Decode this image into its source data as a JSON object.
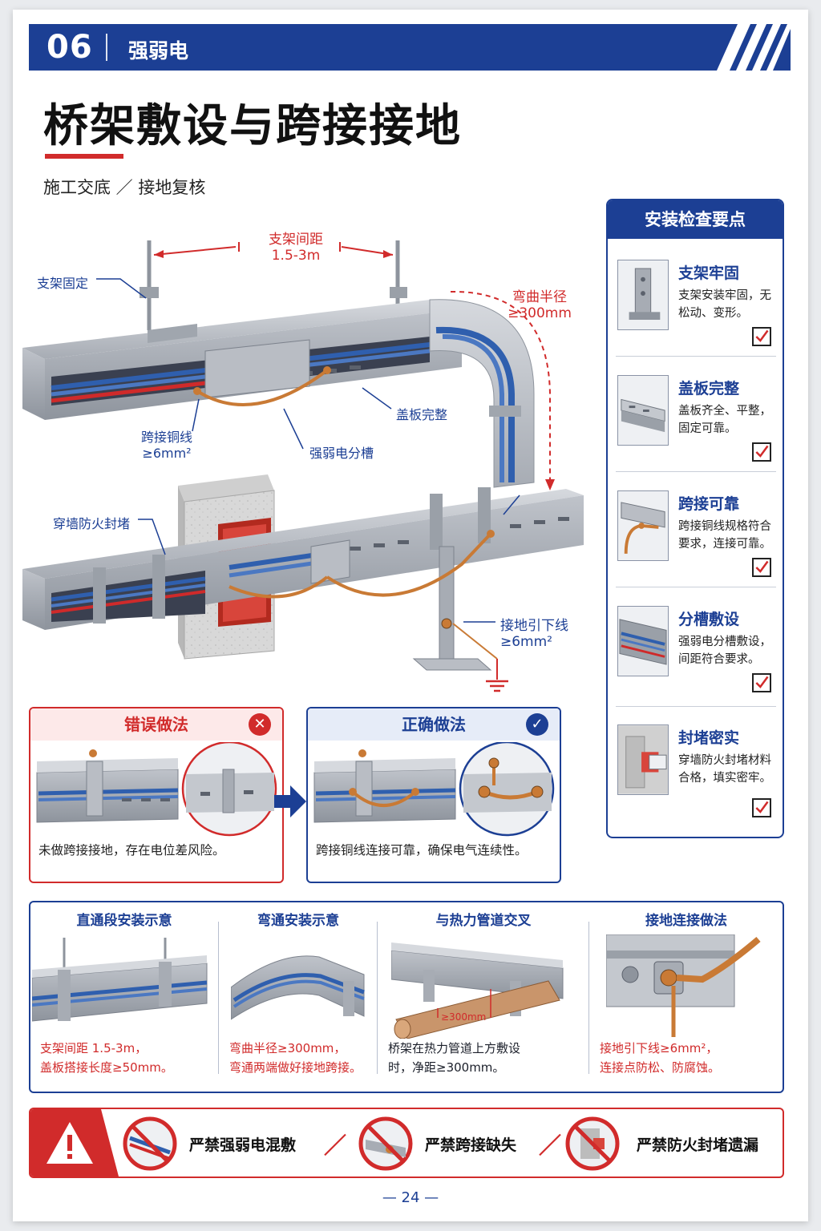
{
  "header": {
    "number": "06",
    "category": "强弱电"
  },
  "title": "桥架敷设与跨接接地",
  "subtitle": "施工交底 ／ 接地复核",
  "diagram": {
    "spacing": {
      "label": "支架间距",
      "value": "1.5-3m"
    },
    "bend_radius": {
      "label": "弯曲半径",
      "value": "≥300mm"
    },
    "support_fixing": "支架固定",
    "cover_complete": "盖板完整",
    "jumper_wire": {
      "label": "跨接铜线",
      "value": "≥6mm²"
    },
    "separation": "强弱电分槽",
    "firestop": "穿墙防火封堵",
    "ground_lead": {
      "label": "接地引下线",
      "value": "≥6mm²"
    }
  },
  "checklist": {
    "title": "安装检查要点",
    "items": [
      {
        "title": "支架牢固",
        "desc": "支架安装牢固，无松动、变形。"
      },
      {
        "title": "盖板完整",
        "desc": "盖板齐全、平整，固定可靠。"
      },
      {
        "title": "跨接可靠",
        "desc": "跨接铜线规格符合要求，连接可靠。"
      },
      {
        "title": "分槽敷设",
        "desc": "强弱电分槽敷设，间距符合要求。"
      },
      {
        "title": "封堵密实",
        "desc": "穿墙防火封堵材料合格，填实密牢。"
      }
    ]
  },
  "wrong": {
    "title": "错误做法",
    "desc": "未做跨接接地，存在电位差风险。"
  },
  "right": {
    "title": "正确做法",
    "desc": "跨接铜线连接可靠，确保电气连续性。"
  },
  "quad": [
    {
      "title": "直通段安装示意",
      "line1": "支架间距 1.5-3m，",
      "line2": "盖板搭接长度≥50mm。"
    },
    {
      "title": "弯通安装示意",
      "line1": "弯曲半径≥300mm，",
      "line2": "弯通两端做好接地跨接。"
    },
    {
      "title": "与热力管道交叉",
      "line1": "桥架在热力管道上方敷设",
      "line2": "时，净距≥300mm。",
      "tag": "≥300mm"
    },
    {
      "title": "接地连接做法",
      "line1": "接地引下线≥6mm²，",
      "line2": "连接点防松、防腐蚀。"
    }
  ],
  "warnings": [
    "严禁强弱电混敷",
    "严禁跨接缺失",
    "严禁防火封堵遗漏"
  ],
  "page_number": "— 24 —",
  "colors": {
    "primary": "#1c3f94",
    "accent": "#d12b2b",
    "copper": "#c97a35"
  }
}
